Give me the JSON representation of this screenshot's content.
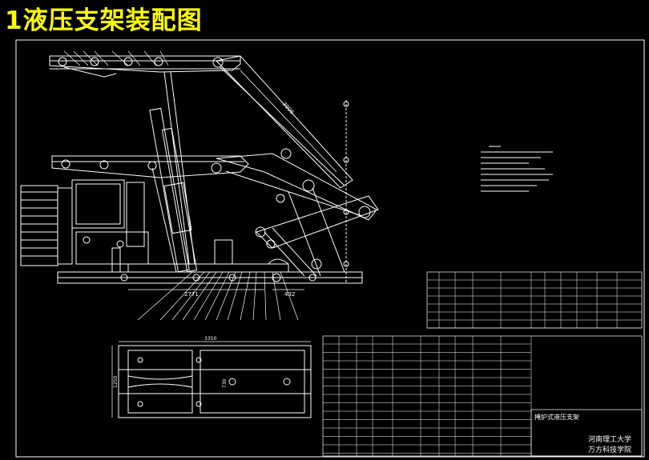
{
  "title": "1液压支架装配图",
  "dimensions": {
    "top_link": "3906",
    "base_length_a": "2771",
    "base_length_b": "432",
    "plan_width": "3350",
    "plan_height": "1250",
    "plan_inner": "730"
  },
  "colors": {
    "background": "#000000",
    "title": "#ffff00",
    "line": "#ffffff",
    "dimension": "#00ffff",
    "hatch": "#ff3b3b",
    "mark": "#39ff39"
  },
  "title_block": {
    "school_line1": "河南理工大学",
    "school_line2": "万方科技学院",
    "drawing_name": "掩护式液压支架"
  }
}
